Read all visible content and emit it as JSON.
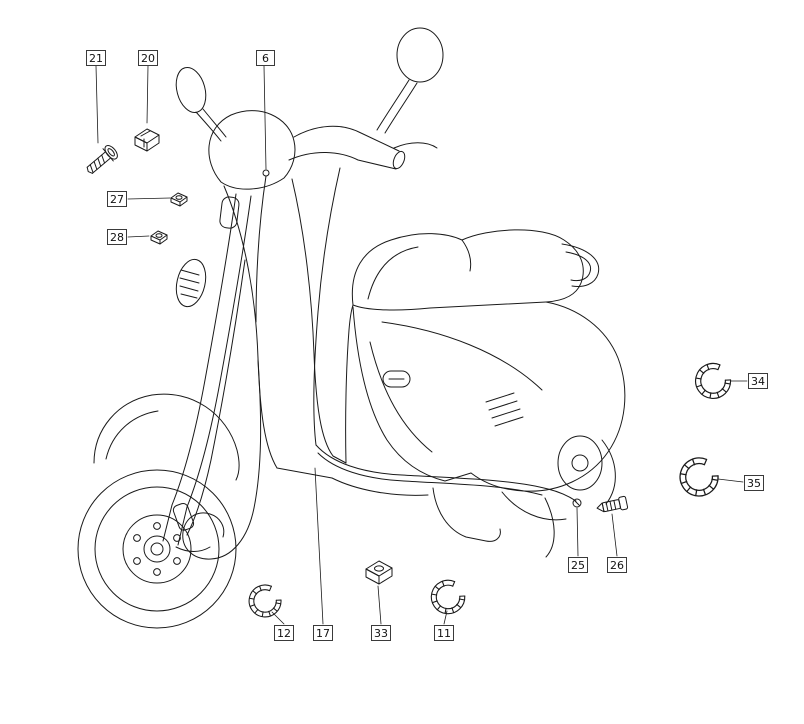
{
  "diagram": {
    "type": "exploded-parts-diagram",
    "subject": "scooter cable clamps and fasteners",
    "colors": {
      "background": "#ffffff",
      "line": "#1a1a1a",
      "label_border": "#3a3a3a"
    },
    "callouts": [
      {
        "id": "21",
        "part": "screw"
      },
      {
        "id": "20",
        "part": "cable-guide-bracket"
      },
      {
        "id": "6",
        "part": "cable-end-at-handlebar"
      },
      {
        "id": "27",
        "part": "cable-clip"
      },
      {
        "id": "28",
        "part": "cable-clip"
      },
      {
        "id": "34",
        "part": "spring-hose-clamp"
      },
      {
        "id": "35",
        "part": "spring-hose-clamp"
      },
      {
        "id": "25",
        "part": "screw"
      },
      {
        "id": "26",
        "part": "cable-adjuster"
      },
      {
        "id": "12",
        "part": "spring-hose-clamp"
      },
      {
        "id": "17",
        "part": "cable-run"
      },
      {
        "id": "33",
        "part": "clip-nut"
      },
      {
        "id": "11",
        "part": "spring-hose-clamp"
      }
    ]
  }
}
